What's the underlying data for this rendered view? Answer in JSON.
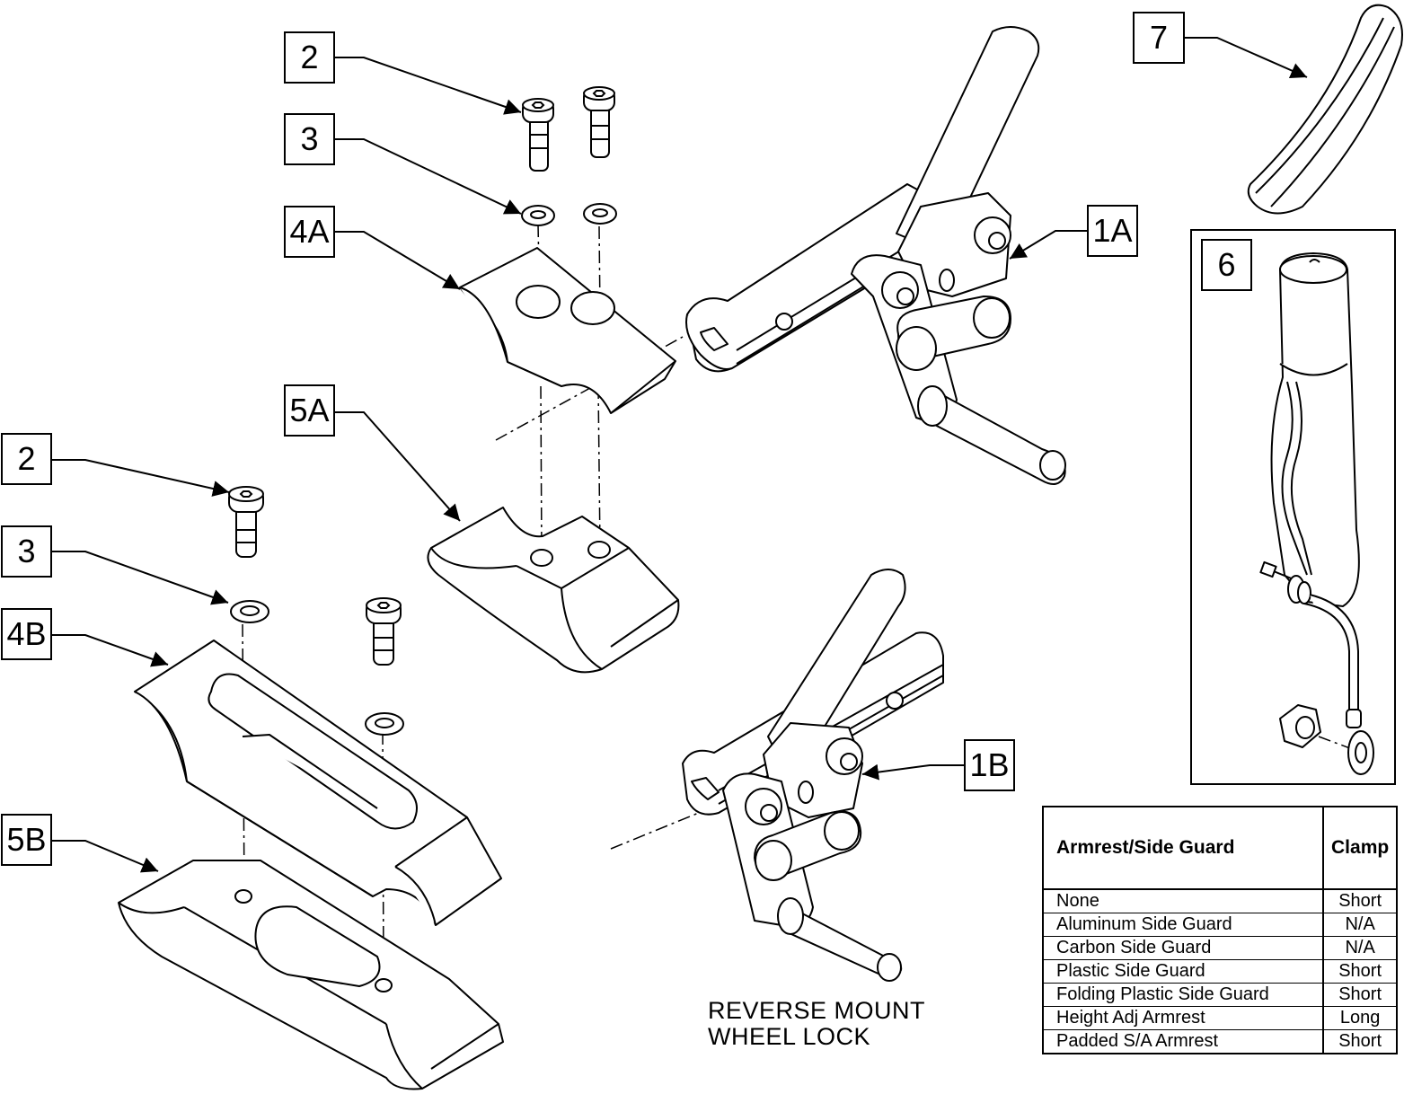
{
  "callouts": {
    "c2_top": "2",
    "c3_top": "3",
    "c4a": "4A",
    "c5a": "5A",
    "c2_bot": "2",
    "c3_bot": "3",
    "c4b": "4B",
    "c5b": "5B",
    "c1a": "1A",
    "c1b": "1B",
    "c6": "6",
    "c7": "7"
  },
  "caption": {
    "line1": "REVERSE MOUNT",
    "line2": "WHEEL LOCK"
  },
  "table": {
    "headers": [
      "Armrest/Side Guard",
      "Clamp"
    ],
    "rows": [
      [
        "None",
        "Short"
      ],
      [
        "Aluminum Side Guard",
        "N/A"
      ],
      [
        "Carbon Side Guard",
        "N/A"
      ],
      [
        "Plastic Side Guard",
        "Short"
      ],
      [
        "Folding Plastic Side Guard",
        "Short"
      ],
      [
        "Height Adj Armrest",
        "Long"
      ],
      [
        "Padded S/A Armrest",
        "Short"
      ]
    ]
  }
}
